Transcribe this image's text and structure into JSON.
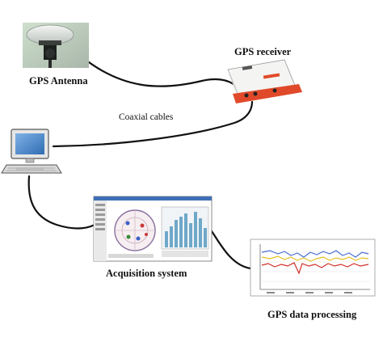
{
  "labels": {
    "antenna": "GPS Antenna",
    "receiver": "GPS receiver",
    "cables": "Coaxial cables",
    "acquisition": "Acquisition system",
    "processing": "GPS data processing"
  },
  "colors": {
    "cable": "#111111",
    "receiver_body": "#ffffff",
    "receiver_base": "#e04a2a",
    "trace_blue": "#4a6fd8",
    "trace_red": "#d0302a",
    "trace_yellow": "#e4c020",
    "bar_fill": "#6fa8c8"
  },
  "icons": [
    "antenna-icon",
    "receiver-icon",
    "computer-icon",
    "acquisition-screenshot",
    "processing-plot"
  ]
}
